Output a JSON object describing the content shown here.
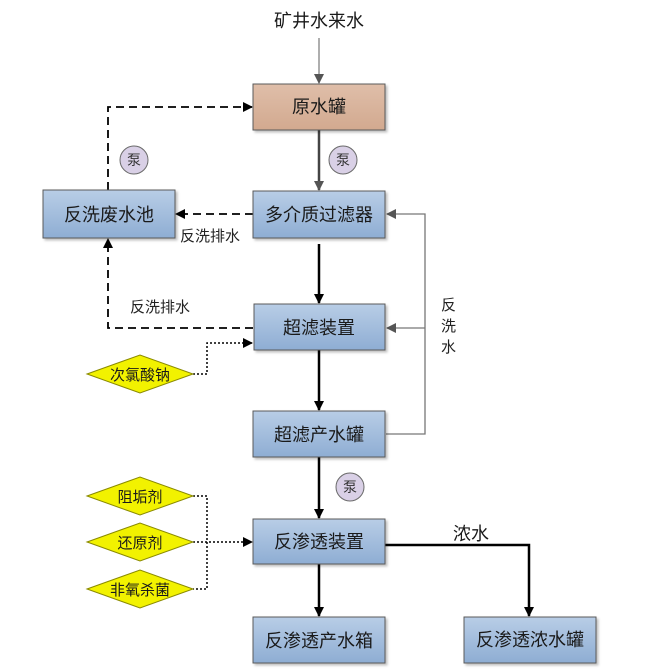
{
  "diagram": {
    "title": "矿井水处理工艺流程",
    "source_label": "矿井水来水",
    "colors": {
      "raw_tank_fill": "#d9b49e",
      "box_fill": "#95b3d7",
      "box_fill_light": "#b8cde6",
      "chem_fill": "#f2f200",
      "pump_fill": "#d9d0e6",
      "line_dark": "#000000",
      "line_gray": "#7f7f7f"
    },
    "nodes": {
      "raw_tank": "原水罐",
      "multimedia_filter": "多介质过滤器",
      "backwash_pool": "反洗废水池",
      "uf_device": "超滤装置",
      "uf_product_tank": "超滤产水罐",
      "ro_device": "反渗透装置",
      "ro_product_tank": "反渗透产水箱",
      "ro_concentrate_tank": "反渗透浓水罐"
    },
    "pumps": [
      "泵",
      "泵",
      "泵"
    ],
    "chemicals": {
      "sodium_hypochlorite": "次氯酸钠",
      "antiscalant": "阻垢剂",
      "reducing_agent": "还原剂",
      "non_oxidizing_biocide": "非氧杀菌"
    },
    "edge_labels": {
      "backwash_drain_1": "反洗排水",
      "backwash_drain_2": "反洗排水",
      "backwash_water": [
        "反",
        "洗",
        "水"
      ],
      "concentrate": "浓水"
    }
  }
}
